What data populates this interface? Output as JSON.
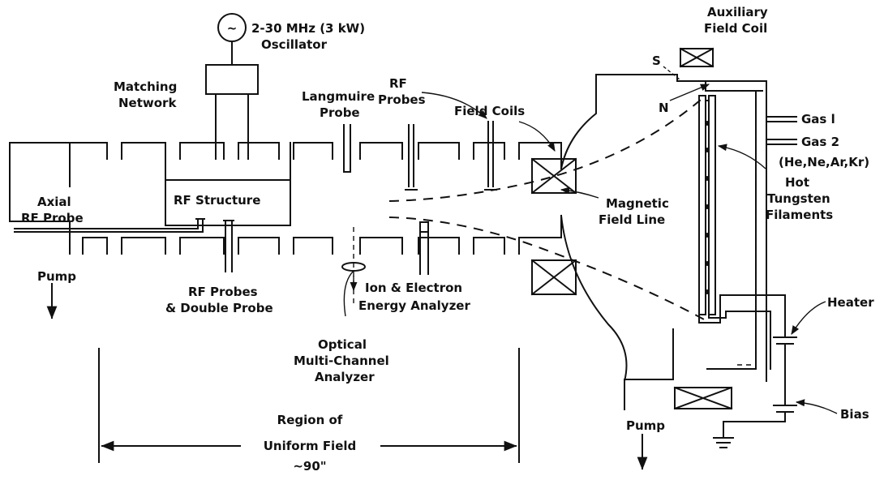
{
  "labels": {
    "oscillator_line1": "2-30 MHz (3 kW)",
    "oscillator_line2": "Oscillator",
    "oscillator_symbol": "~",
    "matching_line1": "Matching",
    "matching_line2": "Network",
    "langmuire_line1": "Langmuire",
    "langmuire_line2": "Probe",
    "rf_probes_top_line1": "RF",
    "rf_probes_top_line2": "Probes",
    "field_coils": "Field Coils",
    "aux_coil_line1": "Auxiliary",
    "aux_coil_line2": "Field Coil",
    "pole_s": "S",
    "pole_n": "N",
    "gas1": "Gas l",
    "gas2": "Gas 2",
    "gas_species": "(He,Ne,Ar,Kr)",
    "axial_probe_line1": "Axial",
    "axial_probe_line2": "RF Probe",
    "rf_structure": "RF Structure",
    "magnetic_line1": "Magnetic",
    "magnetic_line2": "Field Line",
    "filaments_line1": "Hot",
    "filaments_line2": "Tungsten",
    "filaments_line3": "Filaments",
    "pump_left": "Pump",
    "pump_right": "Pump",
    "rf_probes_bottom_line1": "RF Probes",
    "rf_probes_bottom_line2": "& Double Probe",
    "analyzer_line1": "Ion & Electron",
    "analyzer_line2": "Energy Analyzer",
    "heater": "Heater",
    "bias": "Bias",
    "optical_line1": "Optical",
    "optical_line2": "Multi-Channel",
    "optical_line3": "Analyzer",
    "region_line1": "Region of",
    "region_line2": "Uniform Field",
    "region_line3": "~90\""
  }
}
